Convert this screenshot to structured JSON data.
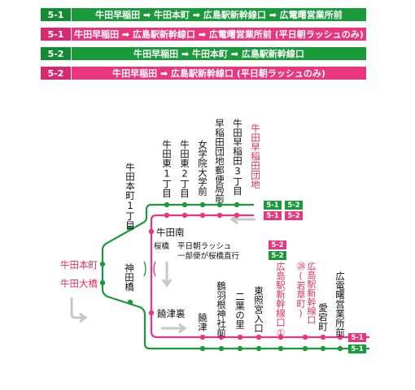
{
  "legend": [
    {
      "route": "5-1",
      "color": "green",
      "text": "牛田早稲田 ➡ 牛田本町 ➡ 広島駅新幹線口 ➡ 広電曙営業所前"
    },
    {
      "route": "5-1",
      "color": "pink",
      "text": "牛田早稲田 ➡ 広島駅新幹線口 ➡ 広電曙営業所前 (平日朝ラッシュのみ)"
    },
    {
      "route": "5-2",
      "color": "green",
      "text": "牛田早稲田 ➡ 牛田本町 ➡ 広島駅新幹線口"
    },
    {
      "route": "5-2",
      "color": "pink",
      "text": "牛田早稲田 ➡ 広島駅新幹線口 (平日朝ラッシュのみ)"
    }
  ],
  "colors": {
    "green": "#1a9a3a",
    "pink": "#e8367f",
    "arrow": "#c8c8c8"
  },
  "stops": {
    "ushita_waseda_danchi": "牛田早稲田団地",
    "waseda_3": "牛田早稲田3丁目",
    "waseda_post": "早稲田団地郵便局前",
    "jogakuin": "女学院大学前",
    "higashi_2": "牛田東2丁目",
    "higashi_1": "牛田東1丁目",
    "honmachi_1": "牛田本町1丁目",
    "ushita_minami": "牛田南",
    "kanda_bashi": "神田橋",
    "nigitsu_ura": "饒津裏",
    "nigitsu": "饒津",
    "tsuruha_jinja": "鶴羽根神社前",
    "futaba": "二葉の里",
    "toshogu": "東照宮入口",
    "shinkansen_1": "広島駅新幹線口①",
    "shinkansen_28": "広島駅新幹線口㉘(若草町)",
    "atago": "愛宕町",
    "akebono": "広電曙営業所前"
  },
  "side_labels": {
    "honmachi": "牛田本町",
    "ohashi": "牛田大橋"
  },
  "note": {
    "bridge": "桜橋",
    "line1": "平日朝ラッシュ",
    "line2": "一部便が桜橋直行"
  },
  "tags": {
    "top_green": [
      "5-1",
      "5-2"
    ],
    "top_pink": [
      "5-1",
      "5-2"
    ],
    "mid_pink": "5-2",
    "mid_green": "5-2",
    "end_pink": "5-1",
    "end_green": "5-1"
  }
}
